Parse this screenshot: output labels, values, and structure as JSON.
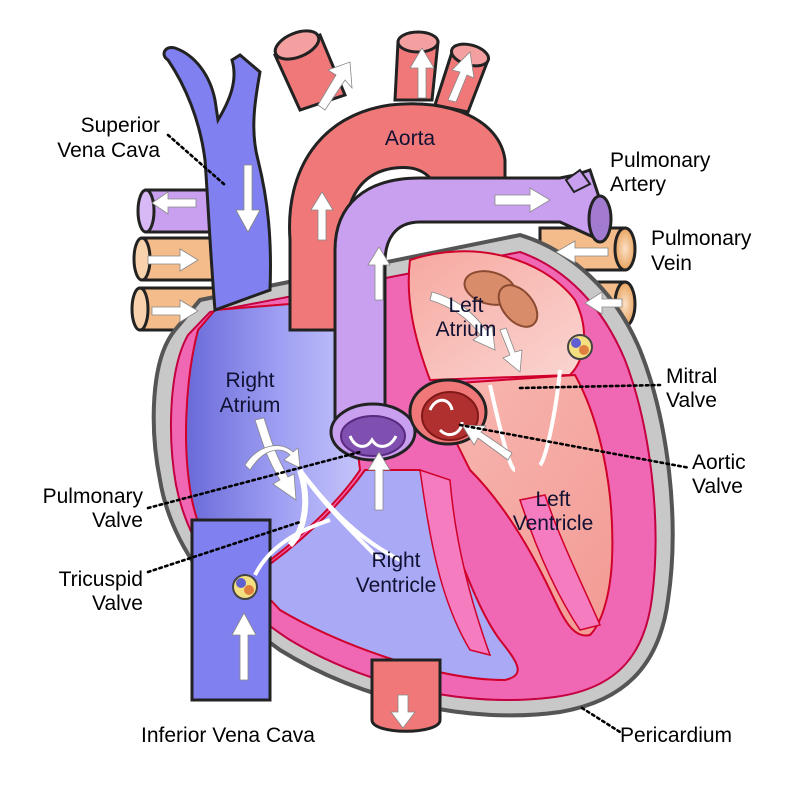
{
  "labels": {
    "aorta": "Aorta",
    "superior_vena_cava_l1": "Superior",
    "superior_vena_cava_l2": "Vena Cava",
    "pulmonary_artery_l1": "Pulmonary",
    "pulmonary_artery_l2": "Artery",
    "pulmonary_vein_l1": "Pulmonary",
    "pulmonary_vein_l2": "Vein",
    "left_atrium_l1": "Left",
    "left_atrium_l2": "Atrium",
    "right_atrium_l1": "Right",
    "right_atrium_l2": "Atrium",
    "mitral_valve_l1": "Mitral",
    "mitral_valve_l2": "Valve",
    "aortic_valve_l1": "Aortic",
    "aortic_valve_l2": "Valve",
    "pulmonary_valve_l1": "Pulmonary",
    "pulmonary_valve_l2": "Valve",
    "left_ventricle_l1": "Left",
    "left_ventricle_l2": "Ventricle",
    "right_ventricle_l1": "Right",
    "right_ventricle_l2": "Ventricle",
    "tricuspid_valve_l1": "Tricuspid",
    "tricuspid_valve_l2": "Valve",
    "inferior_vena_cava": "Inferior Vena Cava",
    "pericardium": "Pericardium"
  },
  "colors": {
    "deoxygenated": "#8080f0",
    "oxygenated": "#f07878",
    "pulmonary_artery": "#c9a0f0",
    "pulmonary_vein": "#f4bc8a",
    "myocardium": "#f068b4",
    "pericardium": "#c8c8c8",
    "outline": "#222222"
  }
}
